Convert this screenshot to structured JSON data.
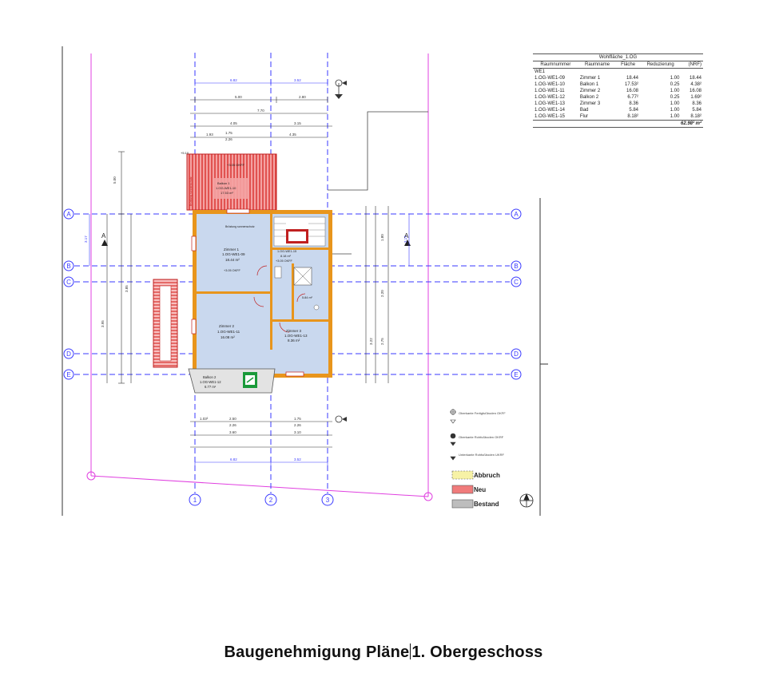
{
  "caption": {
    "left": "Baugenehmigung Pläne",
    "right": "1. Obergeschoss"
  },
  "area_table": {
    "title": "Wohlfläche_1.OG",
    "headers": [
      "Raumnummer",
      "Raumname",
      "Fläche",
      "Reduzierung",
      "(NRF)"
    ],
    "group": "WE1",
    "rows": [
      [
        "1.OG-WE1-09",
        "Zimmer 1",
        "18.44",
        "1.00",
        "18.44"
      ],
      [
        "1.OG-WE1-10",
        "Balkon 1",
        "17.53²",
        "0.25",
        "4.38²"
      ],
      [
        "1.OG-WE1-11",
        "Zimmer 2",
        "16.08",
        "1.00",
        "16.08"
      ],
      [
        "1.OG-WE1-12",
        "Balkon 2",
        "6.77²",
        "0.25",
        "1.69²"
      ],
      [
        "1.OG-WE1-13",
        "Zimmer 3",
        "8.36",
        "1.00",
        "8.36"
      ],
      [
        "1.OG-WE1-14",
        "Bad",
        "5.84",
        "1.00",
        "5.84"
      ],
      [
        "1.OG-WE1-15",
        "Flur",
        "8.18²",
        "1.00",
        "8.18²"
      ]
    ],
    "total": "62.98² m²"
  },
  "grid": {
    "rows": [
      "A",
      "B",
      "C",
      "D",
      "E"
    ],
    "cols": [
      "1",
      "2",
      "3"
    ]
  },
  "dims": {
    "top1": [
      "6.82",
      "3.52"
    ],
    "top2": [
      "5.00",
      "2.80"
    ],
    "top3": "7.70",
    "top4": [
      "4.05",
      "3.15"
    ],
    "top5": [
      "1.93",
      "1.75",
      "2.26",
      "4.35"
    ],
    "bot1": [
      "1.03²",
      "2.50",
      "2.26",
      "1.75",
      "2.26"
    ],
    "bot2": [
      "3.60",
      "3.10"
    ],
    "bot3": [
      "6.82",
      "3.52"
    ],
    "side_left": [
      "5.00",
      "3.85",
      "3.95",
      "3.17"
    ],
    "side_right": [
      "3.17",
      "1.80",
      "2.20",
      "3.22",
      "2.75"
    ]
  },
  "rooms": {
    "balkon1": {
      "name": "Balkon 1",
      "id": "1.OG-WE1-10",
      "area": "17.53 m²",
      "level": "+3.05 OKFF"
    },
    "zimmer1": {
      "name": "Zimmer 1",
      "id": "1.OG-WE1-09",
      "area": "18.44 m²",
      "level": "+3.05 OKFF"
    },
    "zimmer2": {
      "name": "Zimmer 2",
      "id": "1.OG-WE1-11",
      "area": "16.08 m²"
    },
    "zimmer3": {
      "name": "Zimmer 3",
      "id": "1.OG-WE1-13",
      "area": "8.36 m²"
    },
    "bad": {
      "area": "5.84 m²"
    },
    "flur": {
      "id": "1.OG-WE1-15",
      "area": "8.18 m²"
    },
    "balkon2": {
      "name": "Balkon 2",
      "id": "1.OG-WE1-12",
      "area": "6.77 m²"
    },
    "note_sonnenschutz": "Brüstung sonnenschutz",
    "level_mid": "+3.05 OKFF",
    "level_top": "+5.10"
  },
  "legend": {
    "sym1": "Oberkante Fertigfußboden OKFF",
    "sym2": "Oberkante Rohfußboden OKRF",
    "sym3": "Unterkante Rohfußboden UKRF",
    "abbruch": "Abbruch",
    "neu": "Neu",
    "bestand": "Bestand"
  },
  "section_marks": [
    "A",
    "A"
  ],
  "colors": {
    "grid": "#3a3aff",
    "parcel": "#e040e0",
    "wall": "#e8951c",
    "interior": "#c9d8ee",
    "new": "#f07b7b",
    "new_hatch": "#d9302c",
    "bestand": "#bdbdbd",
    "abbruch": "#f7f2a6"
  }
}
